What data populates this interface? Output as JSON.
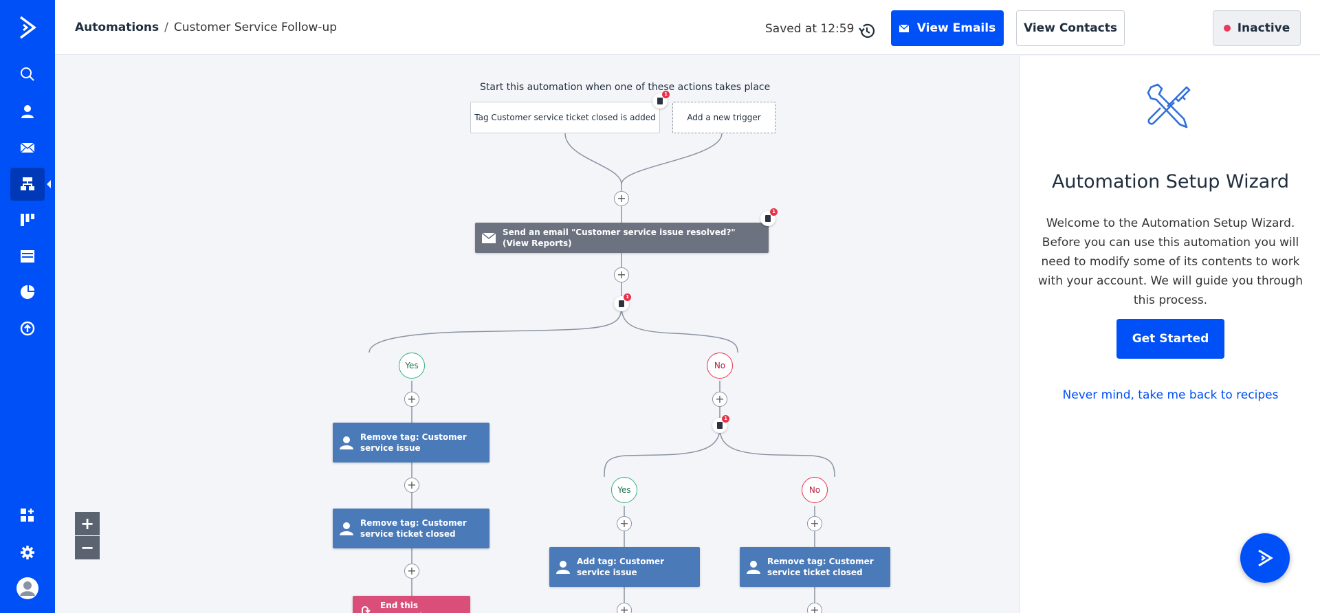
{
  "header": {
    "breadcrumb_root": "Automations",
    "breadcrumb_separator": "/",
    "breadcrumb_current": "Customer Service Follow-up",
    "saved_text": "Saved at 12:59",
    "view_emails_label": "View Emails",
    "view_contacts_label": "View Contacts",
    "status_label": "Inactive",
    "status_color": "#e8395e"
  },
  "nav": {
    "items": [
      {
        "icon": "search-icon"
      },
      {
        "icon": "contacts-icon"
      },
      {
        "icon": "email-icon"
      },
      {
        "icon": "automations-icon",
        "active": true
      },
      {
        "icon": "deals-icon"
      },
      {
        "icon": "website-icon"
      },
      {
        "icon": "reports-icon"
      },
      {
        "icon": "upgrade-icon"
      },
      {
        "icon": "apps-icon"
      },
      {
        "icon": "settings-icon"
      },
      {
        "icon": "avatar-icon"
      }
    ],
    "brand_color": "#0050f8"
  },
  "workflow": {
    "start_label": "Start this automation when one of these actions takes place",
    "trigger_label": "Tag Customer service ticket closed is added",
    "add_trigger_label": "Add a new trigger",
    "email_action_label": "Send an email \"Customer service issue resolved?\" (View Reports)",
    "yes_label": "Yes",
    "no_label": "No",
    "yes_branch_action_1": "Remove tag: Customer service issue",
    "yes_branch_action_2": "Remove tag: Customer service ticket closed",
    "end_label": "End this automation",
    "nested_yes_action": "Add tag: Customer service issue",
    "nested_no_action": "Remove tag: Customer service ticket closed",
    "badge_count": "1",
    "plus_symbol": "+",
    "zoom_in": "+",
    "zoom_out": "−"
  },
  "panel": {
    "title": "Automation Setup Wizard",
    "description": "Welcome to the Automation Setup Wizard. Before you can use this automation you will need to modify some of its contents to work with your account. We will guide you through this process.",
    "get_started_label": "Get Started",
    "back_link_label": "Never mind, take me back to recipes"
  }
}
